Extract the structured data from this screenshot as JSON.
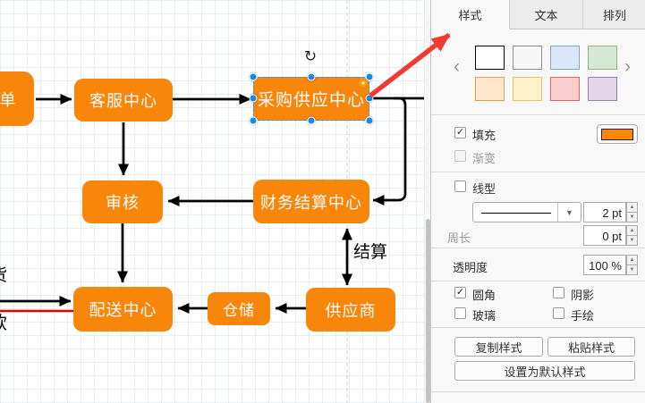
{
  "icons": {
    "rotate": "↻",
    "caret_down": "▼",
    "step_up": "▲",
    "step_down": "▼",
    "check": "✓",
    "prev": "‹",
    "next": "›"
  },
  "canvas": {
    "node_fill": "#F8860B",
    "node_text_color": "#ffffff",
    "selection_color": "#1e9bff",
    "red_edge_color": "#e60000",
    "annotation_arrow_color": "#ef3b32",
    "nodes": [
      {
        "id": "order",
        "label": "单"
      },
      {
        "id": "service",
        "label": "客服中心"
      },
      {
        "id": "purchase",
        "label": "采购供应中心",
        "selected": true
      },
      {
        "id": "audit",
        "label": "审核"
      },
      {
        "id": "finance",
        "label": "财务结算中心"
      },
      {
        "id": "dispatch",
        "label": "配送中心"
      },
      {
        "id": "store",
        "label": "仓储"
      },
      {
        "id": "supplier",
        "label": "供应商"
      }
    ],
    "edge_labels": {
      "settlement": "结算",
      "goods_partial": "货",
      "payment_partial": "款"
    }
  },
  "panel": {
    "tabs": [
      {
        "label": "样式",
        "active": true
      },
      {
        "label": "文本",
        "active": false
      },
      {
        "label": "排列",
        "active": false
      }
    ],
    "swatches": [
      {
        "name": "white",
        "fill": "#ffffff",
        "border": "#000000"
      },
      {
        "name": "plain",
        "fill": "#f7f7f7",
        "border": "#8f8f8f"
      },
      {
        "name": "blue",
        "fill": "#dae8fc",
        "border": "#7ea6d8"
      },
      {
        "name": "green",
        "fill": "#d5e8d4",
        "border": "#97b77a"
      },
      {
        "name": "orange",
        "fill": "#ffe6cc",
        "border": "#e0a23c"
      },
      {
        "name": "yellow",
        "fill": "#fff2cc",
        "border": "#e3c85f"
      },
      {
        "name": "red",
        "fill": "#f8cecc",
        "border": "#d86a66"
      },
      {
        "name": "purple",
        "fill": "#e1d5e7",
        "border": "#9b7fad"
      }
    ],
    "fill": {
      "label": "填充",
      "checked": true,
      "swatch_fill": "#FF8705"
    },
    "gradient": {
      "label": "渐变",
      "checked": false
    },
    "line": {
      "label": "线型",
      "checked": false
    },
    "line_width_value": "2 pt",
    "perimeter": {
      "label": "周长",
      "value": "0 pt"
    },
    "opacity": {
      "label": "透明度",
      "value": "100 %"
    },
    "toggles": [
      {
        "label": "圆角",
        "checked": true
      },
      {
        "label": "阴影",
        "checked": false
      },
      {
        "label": "玻璃",
        "checked": false
      },
      {
        "label": "手绘",
        "checked": false
      }
    ],
    "buttons": {
      "copy": "复制样式",
      "paste": "粘贴样式",
      "set_default": "设置为默认样式"
    }
  }
}
